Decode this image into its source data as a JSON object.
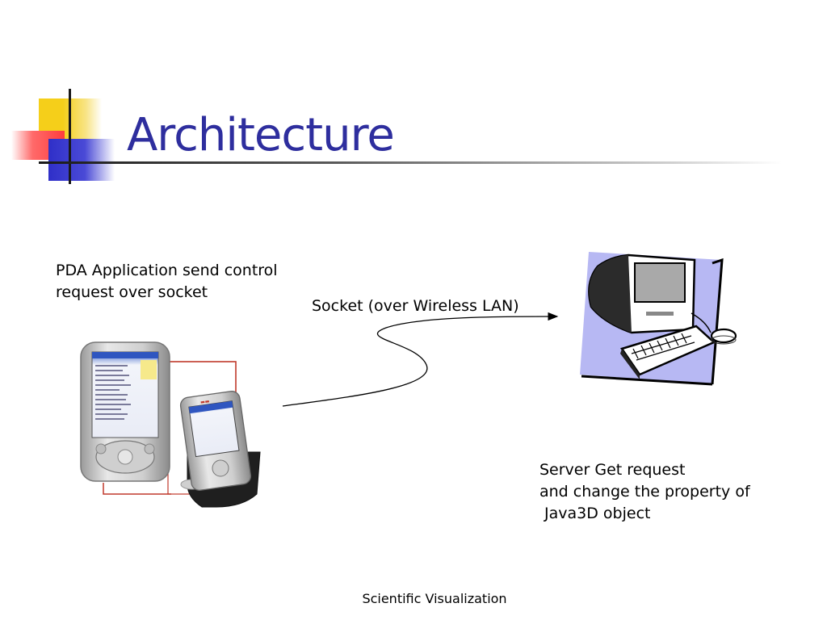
{
  "slide": {
    "title": "Architecture",
    "footer": "Scientific Visualization"
  },
  "pda_label": {
    "line1": "PDA Application send control",
    "line2": "request over socket"
  },
  "connection_label": "Socket (over Wireless LAN)",
  "server_label": {
    "line1": "Server Get request",
    "line2": "and change the property of",
    "line3": " Java3D object"
  },
  "colors": {
    "title": "#2e2e9e",
    "accent_yellow": "#f5cf1a",
    "accent_red": "#ff3d3d",
    "accent_blue": "#2f2fc8",
    "monitor_backdrop": "#b7b8f3",
    "pda_frame": "#c0392b"
  },
  "icons": [
    "pda-device-icon",
    "cradle-pda-icon",
    "desktop-computer-icon",
    "keyboard-icon",
    "mouse-icon"
  ]
}
